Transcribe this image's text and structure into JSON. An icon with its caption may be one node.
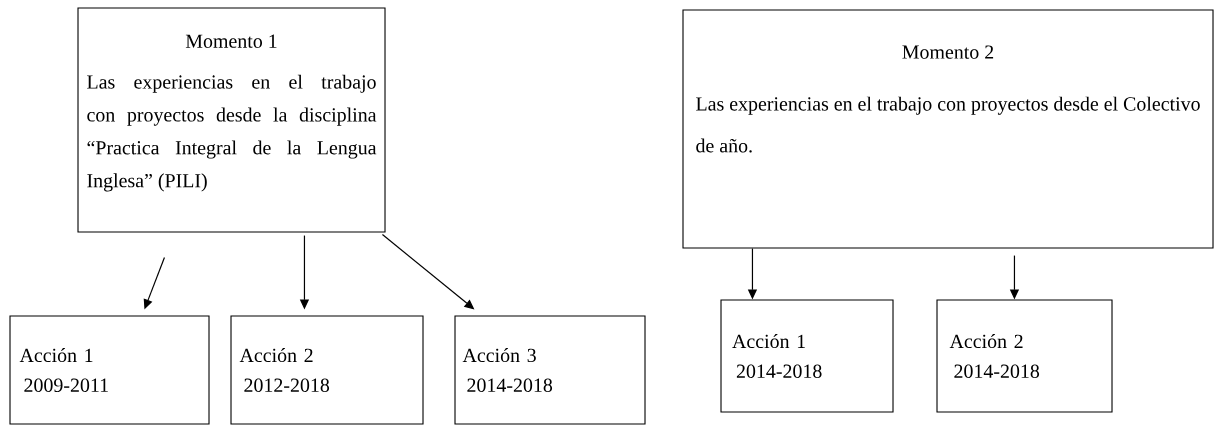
{
  "diagram": {
    "nodes": [
      {
        "text": [
          "Momento 1",
          "Las experiencias en el trabajo con proyectos desde la disciplina “Practica Integral de la Lengua Inglesa” (PILI)"
        ]
      },
      {
        "text": [
          "Momento 2",
          "Las experiencias en el trabajo con proyectos desde el Colectivo de año."
        ]
      },
      {
        "text": [
          "Acción 1",
          "2009-2011"
        ]
      },
      {
        "text": [
          "Acción 2",
          "2012-2018"
        ]
      },
      {
        "text": [
          "Acción 3",
          "2014-2018"
        ]
      },
      {
        "text": [
          "Acción 1",
          "2014-2018"
        ]
      },
      {
        "text": [
          "Acción 2",
          "2014-2018"
        ]
      }
    ],
    "edges": [
      {
        "from": 0,
        "to": 2,
        "arrow": "to"
      },
      {
        "from": 0,
        "to": 3,
        "arrow": "to"
      },
      {
        "from": 0,
        "to": 4,
        "arrow": "to"
      },
      {
        "from": 1,
        "to": 5,
        "arrow": "to"
      },
      {
        "from": 1,
        "to": 6,
        "arrow": "to"
      }
    ]
  }
}
